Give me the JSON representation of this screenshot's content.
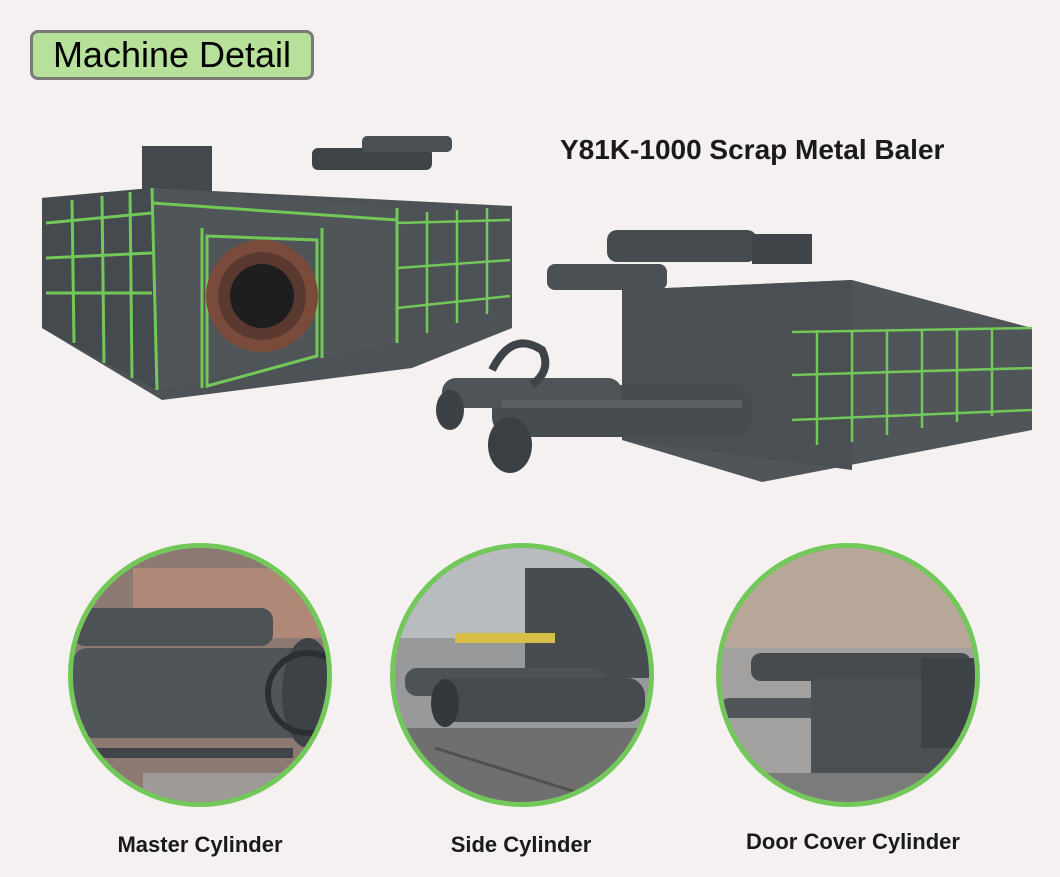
{
  "header": {
    "badge_label": "Machine Detail",
    "product_title": "Y81K-1000 Scrap Metal Baler"
  },
  "colors": {
    "accent_green": "#72c858",
    "badge_fill": "#b7e09a",
    "machine_steel": "#4d5257",
    "background": "#f4f1f0"
  },
  "details": [
    {
      "caption": "Master Cylinder"
    },
    {
      "caption": "Side Cylinder"
    },
    {
      "caption": "Door Cover Cylinder"
    }
  ]
}
